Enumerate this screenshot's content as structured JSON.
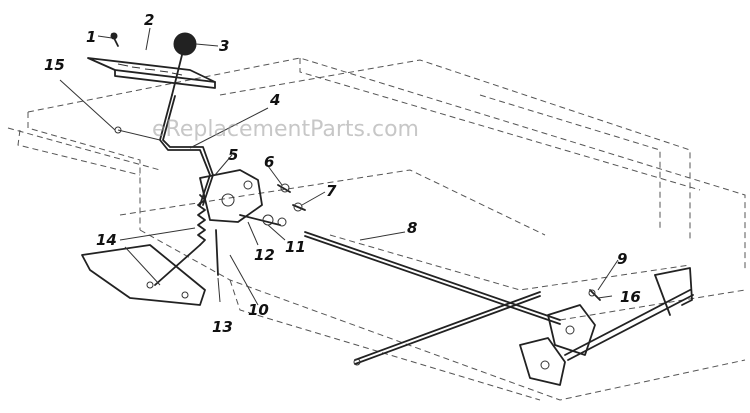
{
  "watermark": "eReplacementParts.com",
  "callouts": [
    {
      "id": "1",
      "label": "1"
    },
    {
      "id": "2",
      "label": "2"
    },
    {
      "id": "3",
      "label": "3"
    },
    {
      "id": "4",
      "label": "4"
    },
    {
      "id": "5",
      "label": "5"
    },
    {
      "id": "6",
      "label": "6"
    },
    {
      "id": "7",
      "label": "7"
    },
    {
      "id": "8",
      "label": "8"
    },
    {
      "id": "9",
      "label": "9"
    },
    {
      "id": "10",
      "label": "10"
    },
    {
      "id": "11",
      "label": "11"
    },
    {
      "id": "12",
      "label": "12"
    },
    {
      "id": "13",
      "label": "13"
    },
    {
      "id": "14",
      "label": "14"
    },
    {
      "id": "15",
      "label": "15"
    },
    {
      "id": "16",
      "label": "16"
    }
  ],
  "colors": {
    "ink": "#222222",
    "background": "#ffffff",
    "watermark": "#9a9a9a"
  }
}
